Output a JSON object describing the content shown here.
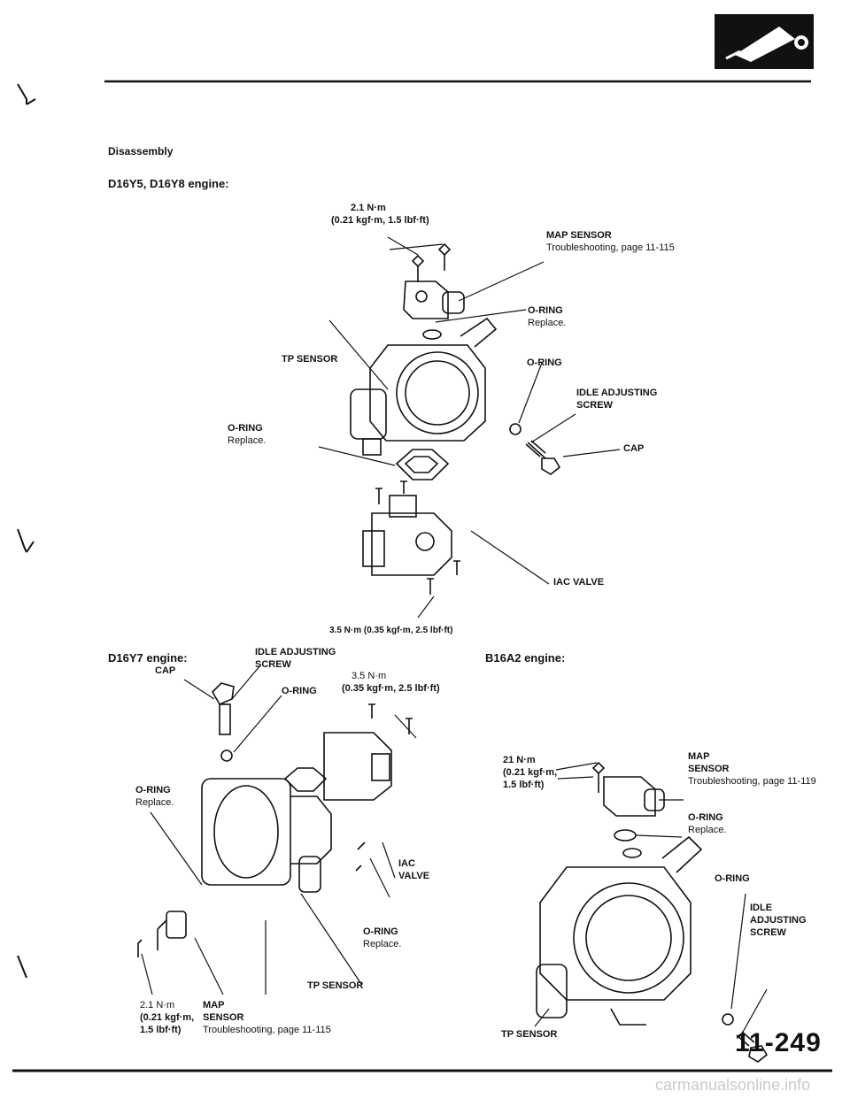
{
  "header": {
    "logo_icon": "throttle-body-icon"
  },
  "section": {
    "title": "Disassembly",
    "d16y5": {
      "heading": "D16Y5, D16Y8 engine:",
      "torque_top_1": "2.1 N·m",
      "torque_top_2": "(0.21 kgf·m, 1.5 lbf·ft)",
      "map_sensor": "MAP SENSOR",
      "map_sensor_ref": "Troubleshooting, page 11-115",
      "oring1": "O-RING",
      "oring1_note": "Replace.",
      "tp_sensor": "TP SENSOR",
      "oring2": "O-RING",
      "idle_screw_1": "IDLE ADJUSTING",
      "idle_screw_2": "SCREW",
      "oring3": "O-RING",
      "oring3_note": "Replace.",
      "cap": "CAP",
      "iac_valve": "IAC VALVE",
      "torque_bottom": "3.5 N·m (0.35 kgf·m, 2.5 lbf·ft)"
    },
    "d16y7": {
      "heading": "D16Y7 engine:",
      "cap": "CAP",
      "idle_screw_1": "IDLE ADJUSTING",
      "idle_screw_2": "SCREW",
      "oring_top": "O-RING",
      "torque_iac_1": "3.5 N·m",
      "torque_iac_2": "(0.35 kgf·m, 2.5 lbf·ft)",
      "oring_left": "O-RING",
      "oring_left_note": "Replace.",
      "iac_1": "IAC",
      "iac_2": "VALVE",
      "oring_bottom": "O-RING",
      "oring_bottom_note": "Replace.",
      "tp_sensor": "TP SENSOR",
      "torque_1": "2.1 N·m",
      "torque_2": "(0.21 kgf·m,",
      "torque_3": "1.5 lbf·ft)",
      "map_1": "MAP",
      "map_2": "SENSOR",
      "map_ref": "Troubleshooting, page 11-115"
    },
    "b16a2": {
      "heading": "B16A2 engine:",
      "torque_1": "21 N·m",
      "torque_2": "(0.21 kgf·m,",
      "torque_3": "1.5 lbf·ft)",
      "map_1": "MAP",
      "map_2": "SENSOR",
      "map_ref": "Troubleshooting, page 11-119",
      "oring1": "O-RING",
      "oring1_note": "Replace.",
      "oring2": "O-RING",
      "idle_1": "IDLE",
      "idle_2": "ADJUSTING",
      "idle_3": "SCREW",
      "tp_sensor": "TP SENSOR"
    }
  },
  "footer": {
    "page_number": "11-249",
    "watermark": "carmanualsonline.info"
  }
}
